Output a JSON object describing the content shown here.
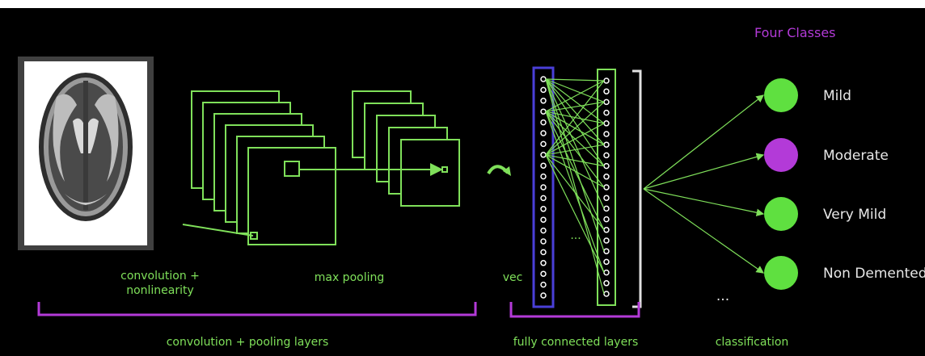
{
  "classes_title": "Four Classes",
  "classes": [
    {
      "label": "Mild",
      "color": "#5fe040"
    },
    {
      "label": "Moderate",
      "color": "#b33ad8"
    },
    {
      "label": "Very Mild",
      "color": "#5fe040"
    },
    {
      "label": "Non Demented",
      "color": "#5fe040"
    }
  ],
  "labels": {
    "convolution_line1": "convolution +",
    "convolution_line2": "nonlinearity",
    "max_pooling": "max pooling",
    "vec": "vec",
    "ellipsis_fc": "...",
    "ellipsis_classes": "...",
    "group_conv_pool": "convolution + pooling layers",
    "group_fc": "fully connected layers",
    "group_classification": "classification"
  },
  "colors": {
    "background": "#000000",
    "feature_map": "#7fe05a",
    "group_bracket": "#b33ad8",
    "vec_border": "#4a3fd8",
    "bracket_white": "#e0e0e0"
  },
  "icons": {
    "input_image": "brain-mri-scan",
    "arrow": "curved-arrow"
  }
}
